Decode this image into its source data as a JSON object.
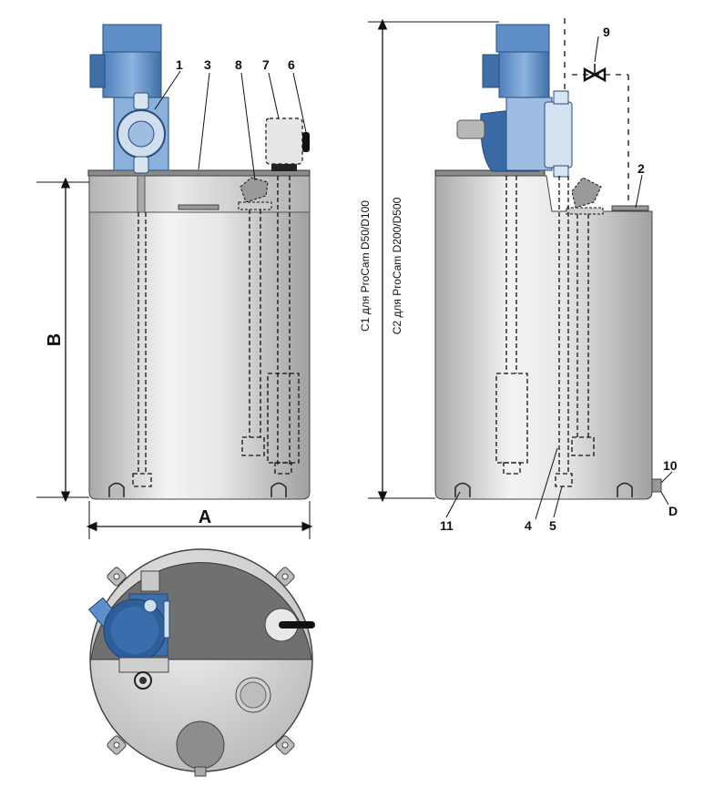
{
  "dimensions": {
    "width_label": "A",
    "height_label": "B",
    "height_c1_label": "C1 для ProCam D50/D100",
    "height_c2_label": "C2 для ProCam D200/D500",
    "outlet_label": "D"
  },
  "callouts": {
    "c1": "1",
    "c2": "2",
    "c3": "3",
    "c4": "4",
    "c5": "5",
    "c6": "6",
    "c7": "7",
    "c8": "8",
    "c9": "9",
    "c10": "10",
    "c11": "11"
  },
  "colors": {
    "tank_light": "#f2f2f2",
    "tank_dark": "#9a9a9a",
    "pump_blue": "#6f9ccf",
    "pump_dark_blue": "#2f5f9a",
    "lid_dark": "#6e6e6e",
    "line": "#111111"
  }
}
